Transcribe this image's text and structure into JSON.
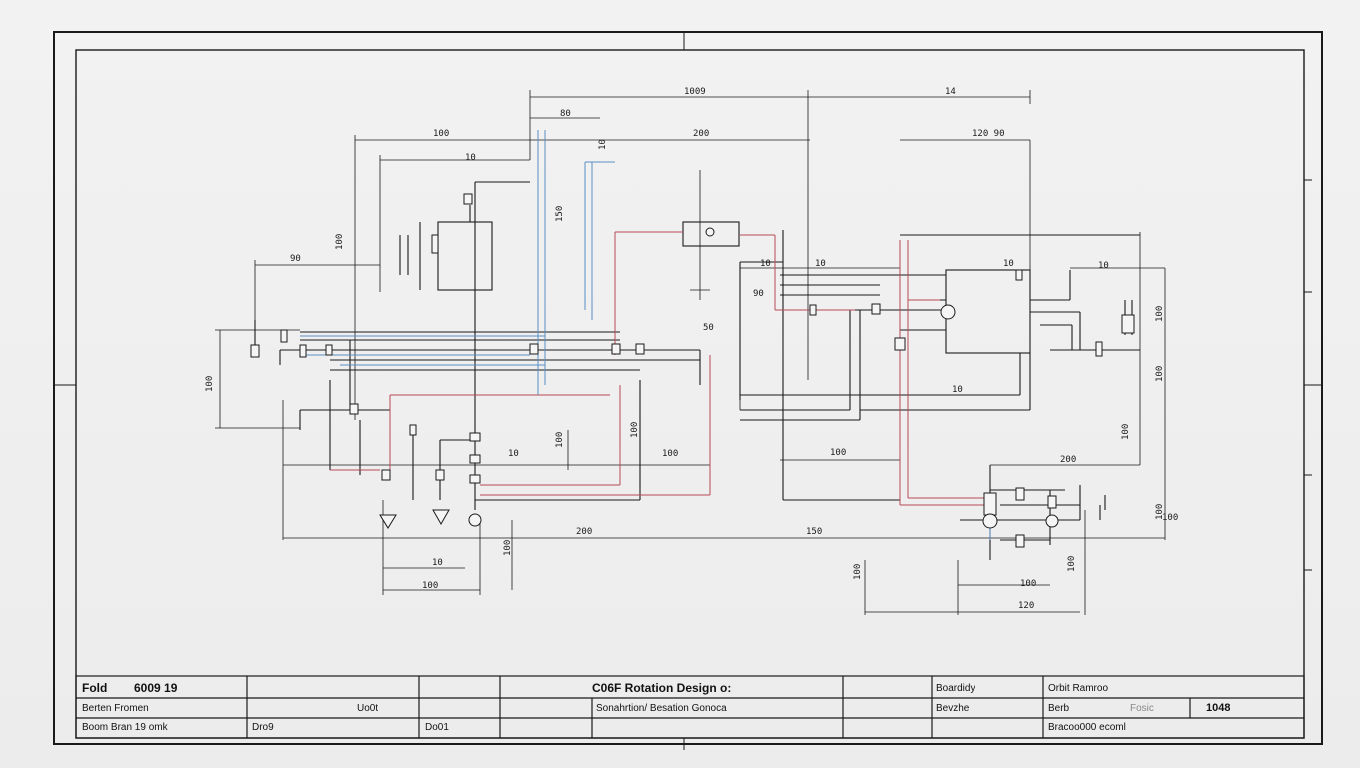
{
  "colors": {
    "ink": "#1a1a1a",
    "hot_line": "#b84a56",
    "cold_line": "#5a8fc4"
  },
  "dimensions": {
    "top_overall_left": "1009",
    "top_overall_right": "14",
    "top_sub": "80",
    "upper_left": "100",
    "upper_center": "200",
    "upper_right": "120 90",
    "left_small": "10",
    "left_vert_a": "100",
    "left_mid": "90",
    "left_vert_b": "100",
    "center_vert": "150",
    "center_vert_b": "100",
    "center_top": "10",
    "center_mid_a": "90",
    "center_mid_b": "50",
    "center_b2": "10",
    "right_mid_a": "10",
    "right_mid_b": "10",
    "right_vert": "100",
    "right_top": "10",
    "right_box": "10",
    "far_right_a": "100",
    "far_right_b": "100",
    "far_right_c": "100",
    "far_right_d": "100",
    "lower_left_small": "10",
    "lower_left": "100",
    "lower_vert_a": "100",
    "lower_center_a": "200",
    "lower_center_b": "150",
    "lower_mid_a": "100",
    "lower_mid_b": "100",
    "lower_right": "200",
    "lower_right_b": "120",
    "lower_right_c": "100",
    "bottom_left_a": "10",
    "bottom_left_b": "100",
    "bottom_right_a": "100",
    "bottom_right_b": "100"
  },
  "title_block": {
    "row1": {
      "label": "Fold",
      "value": "6009 19",
      "title": "C06F Rotation Design o:",
      "field": "Boardidy",
      "field_value": "Orbit Ramroo"
    },
    "row2": {
      "left": "Berten Fromen",
      "code": "Uo0t",
      "description": "Sonahrtion/ Besation Gonoca",
      "field": "Bevzhe",
      "field_value": "Berb",
      "field_value2": "Fosic",
      "year": "1048"
    },
    "row3": {
      "left": "Boom Bran 19 omk",
      "code_a": "Dro9",
      "code_b": "Do01",
      "field_value": "Bracoo000 ecoml"
    }
  }
}
